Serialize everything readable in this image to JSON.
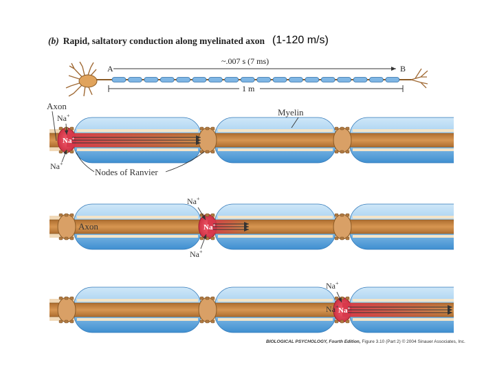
{
  "title": {
    "part": "(b)",
    "text": "Rapid, saltatory conduction along myelinated axon"
  },
  "speed_label": "(1-120 m/s)",
  "overview": {
    "point_a": "A",
    "point_b": "B",
    "time_label": "~.007 s (7 ms)",
    "distance_label": "1 m"
  },
  "labels": {
    "axon_top": "Axon",
    "myelin": "Myelin",
    "nodes_of_ranvier": "Nodes of Ranvier",
    "axon_mid": "Axon",
    "na": "Na",
    "plus": "+"
  },
  "credit": {
    "book": "BIOLOGICAL PSYCHOLOGY, Fourth Edition,",
    "figure": "Figure 3.10 (Part 2)",
    "copyright": "© 2004 Sinauer Associates, Inc."
  },
  "colors": {
    "axon": "#c98a45",
    "axon_line": "#8a5a25",
    "myelin_light": "#a9d3f0",
    "myelin_dark": "#3f8fd0",
    "node": "#d9a066",
    "active_node": "#d8384b",
    "arrow": "#333333"
  }
}
